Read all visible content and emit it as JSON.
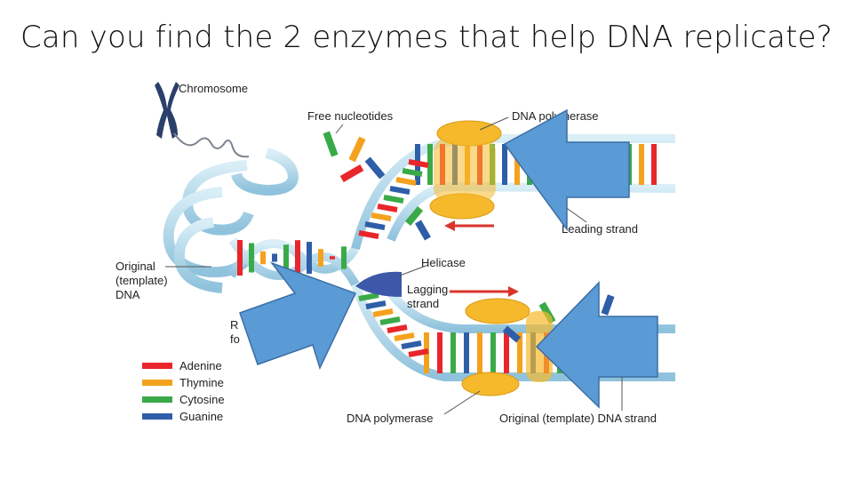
{
  "slide": {
    "title": "Can you find the 2 enzymes that help DNA replicate?"
  },
  "diagram": {
    "labels": {
      "chromosome": "Chromosome",
      "free_nucleotides": "Free nucleotides",
      "dna_polymerase_top": "DNA polymerase",
      "leading_strand": "Leading strand",
      "original_dna_line1": "Original",
      "original_dna_line2": "(template)",
      "original_dna_line3": "DNA",
      "helicase": "Helicase",
      "lagging_line1": "Lagging",
      "lagging_line2": "strand",
      "fork_partial_1": "R",
      "fork_partial_2": "fo",
      "dna_polymerase_bottom": "DNA polymerase",
      "original_template_strand": "Original (template) DNA strand"
    },
    "legend": [
      {
        "label": "Adenine",
        "color": "#e8262b"
      },
      {
        "label": "Thymine",
        "color": "#f4a21e"
      },
      {
        "label": "Cytosine",
        "color": "#3aaa48"
      },
      {
        "label": "Guanine",
        "color": "#2e5ea8"
      }
    ],
    "colors": {
      "backbone": "#b9dcec",
      "backbone_edge": "#7fb6d2",
      "chromosome": "#2b3f6b",
      "polymerase": "#f6b92b",
      "helicase": "#3d58a8",
      "arrow_red": "#d9342b",
      "callout_arrow": "#5b9bd5",
      "callout_edge": "#3b6ea5"
    }
  }
}
